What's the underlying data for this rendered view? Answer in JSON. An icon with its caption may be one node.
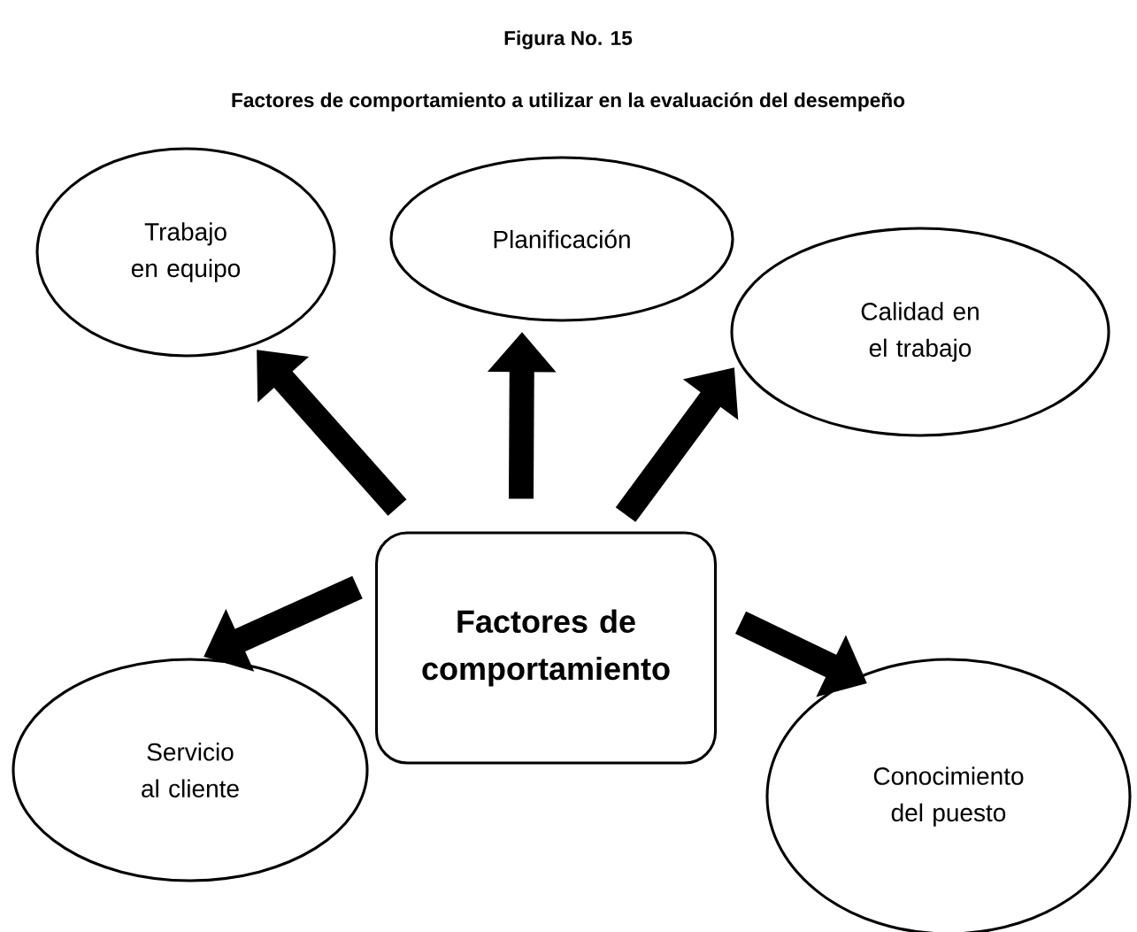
{
  "diagram": {
    "title": "Figura No. 15",
    "caption": "Factores de comportamiento a utilizar en la evaluación del desempeño",
    "nodes": [
      {
        "text": [
          "Trabajo en equipo"
        ]
      },
      {
        "text": [
          "Planificación"
        ]
      },
      {
        "text": [
          "Calidad en el trabajo"
        ]
      },
      {
        "text": [
          "Factores de comportamiento"
        ]
      },
      {
        "text": [
          "Servicio al cliente"
        ]
      },
      {
        "text": [
          "Conocimiento del puesto"
        ]
      }
    ],
    "edges": [
      {
        "from": 3,
        "to": 0,
        "arrow": "to"
      },
      {
        "from": 3,
        "to": 1,
        "arrow": "to"
      },
      {
        "from": 3,
        "to": 2,
        "arrow": "to"
      },
      {
        "from": 3,
        "to": 4,
        "arrow": "to"
      },
      {
        "from": 3,
        "to": 5,
        "arrow": "to"
      }
    ]
  }
}
